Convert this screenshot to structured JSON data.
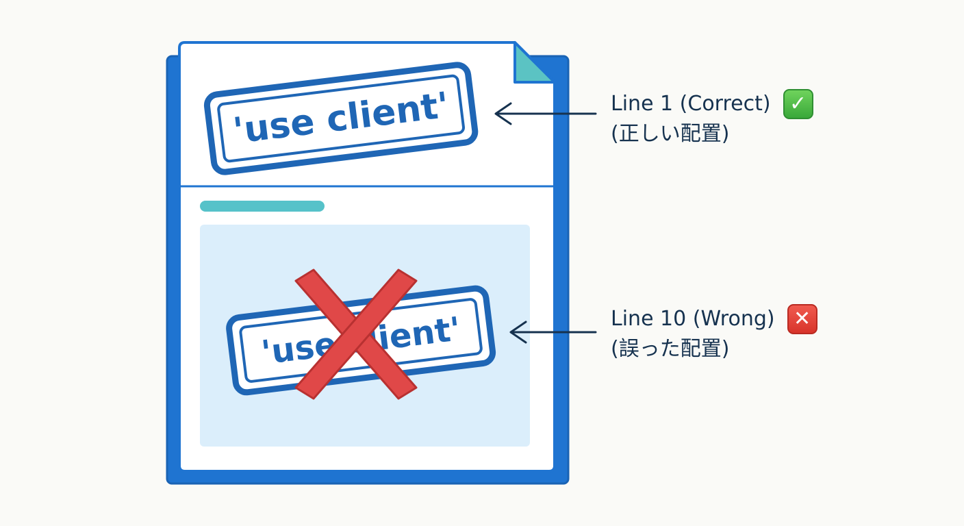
{
  "stamps": {
    "top_text": "'use client'",
    "bottom_text": "'use client'"
  },
  "callouts": {
    "correct": {
      "line1": "Line 1 (Correct)",
      "line2": "(正しい配置)",
      "icon": "check-mark-icon"
    },
    "wrong": {
      "line1": "Line 10 (Wrong)",
      "line2": "(誤った配置)",
      "icon": "cross-mark-icon"
    }
  },
  "colors": {
    "document_border": "#1f74d1",
    "stamp": "#1f66b5",
    "highlight_bar": "#56c2c9",
    "code_block": "#dbeefb",
    "big_x": "#e04848",
    "check_badge": "#45b545",
    "cross_badge": "#e03b33",
    "label_text": "#16324f"
  }
}
